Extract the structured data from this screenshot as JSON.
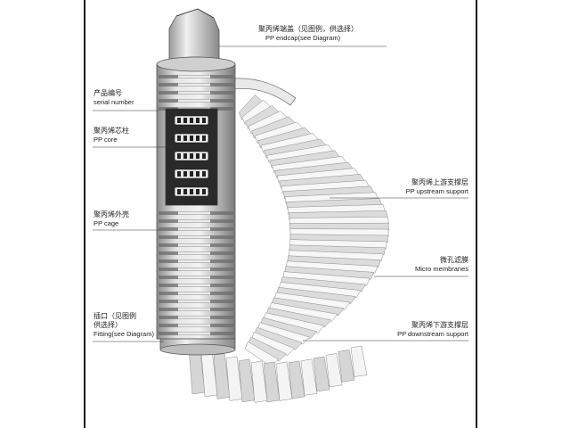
{
  "labels": {
    "endcap": {
      "zh": "聚丙烯端盖（见图例，供选择）",
      "en": "PP endcap(see Diagram)"
    },
    "serial": {
      "zh": "产品编号",
      "en": "serial number"
    },
    "core": {
      "zh": "聚丙烯芯柱",
      "en": "PP core"
    },
    "upstream": {
      "zh": "聚丙烯上游支撑层",
      "en": "PP upstream support"
    },
    "cage": {
      "zh": "聚丙烯外壳",
      "en": "PP cage"
    },
    "membrane": {
      "zh": "微孔滤膜",
      "en": "Micro membranes"
    },
    "fitting": {
      "zh1": "插口（见图例",
      "zh2": "供选择）",
      "en": "Fitting(see Diagram)"
    },
    "downstream": {
      "zh": "聚丙烯下游支撑层",
      "en": "PP downstream support"
    }
  },
  "colors": {
    "frame": "#1a1a1a",
    "cage_dark": "#555555",
    "cage_light": "#d9d9d9",
    "pleat": "#f4f4f4",
    "pleat_shadow": "#bdbdbd"
  }
}
